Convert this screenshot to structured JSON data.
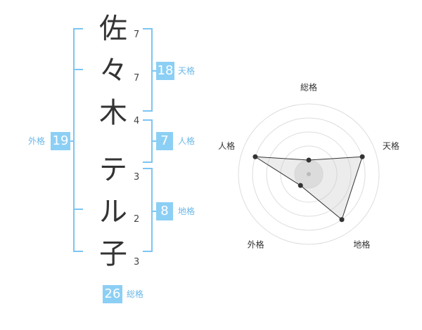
{
  "name": {
    "chars": [
      "佐",
      "々",
      "木",
      "テ",
      "ル",
      "子"
    ],
    "strokes": [
      "7",
      "7",
      "4",
      "3",
      "2",
      "3"
    ]
  },
  "kaku": {
    "tenkaku": {
      "value": "18",
      "label": "天格"
    },
    "jinkaku": {
      "value": "7",
      "label": "人格"
    },
    "chikaku": {
      "value": "8",
      "label": "地格"
    },
    "gaikaku": {
      "value": "19",
      "label": "外格"
    },
    "soukaku": {
      "value": "26",
      "label": "総格"
    }
  },
  "colors": {
    "accent": "#8ccff5",
    "bracket": "#7cc5f3"
  },
  "chart_data": {
    "type": "radar",
    "categories": [
      "総格",
      "天格",
      "地格",
      "外格",
      "人格"
    ],
    "values": [
      1,
      4,
      4,
      1,
      4
    ],
    "rmax": 5,
    "rings": 5,
    "grid": true
  }
}
